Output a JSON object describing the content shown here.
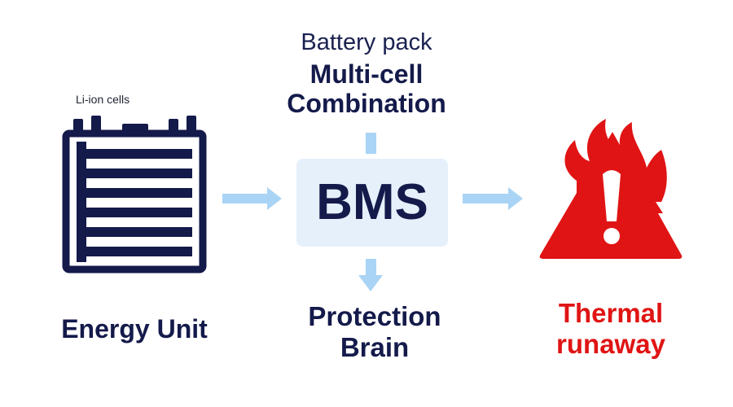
{
  "cells": {
    "label": "Li-ion cells",
    "caption": "Energy Unit"
  },
  "pack": {
    "title": "Battery pack",
    "subtitle_line1": "Multi-cell",
    "subtitle_line2": "Combination"
  },
  "bms": {
    "label": "BMS",
    "caption_line1": "Protection",
    "caption_line2": "Brain"
  },
  "hazard": {
    "caption_line1": "Thermal",
    "caption_line2": "runaway"
  },
  "colors": {
    "navy": "#141a4a",
    "arrow": "#a9d4f5",
    "bms_box": "#e5f0fb",
    "warning_red": "#e01414"
  },
  "icons": [
    "battery-cells-icon",
    "fire-warning-icon",
    "arrow-right-icon",
    "arrow-down-icon"
  ]
}
